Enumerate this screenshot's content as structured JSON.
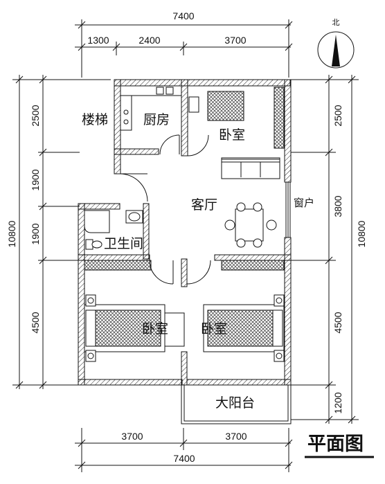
{
  "drawing_title": "平面图",
  "north_label": "北",
  "dimensions": {
    "top_total": "7400",
    "top_segments": [
      "1300",
      "2400",
      "3700"
    ],
    "bottom_segments": [
      "3700",
      "3700"
    ],
    "bottom_total": "7400",
    "left_total": "10800",
    "left_segments": [
      "2500",
      "1900",
      "1900",
      "4500"
    ],
    "right_total": "10800",
    "right_segments": [
      "2500",
      "3800",
      "4500",
      "1200"
    ]
  },
  "rooms": {
    "stairs": "楼梯",
    "kitchen": "厨房",
    "bedroom_top": "卧室",
    "living_room": "客厅",
    "window": "窗户",
    "bathroom": "卫生间",
    "bedroom_left": "卧室",
    "bedroom_right": "卧室",
    "balcony": "大阳台"
  }
}
